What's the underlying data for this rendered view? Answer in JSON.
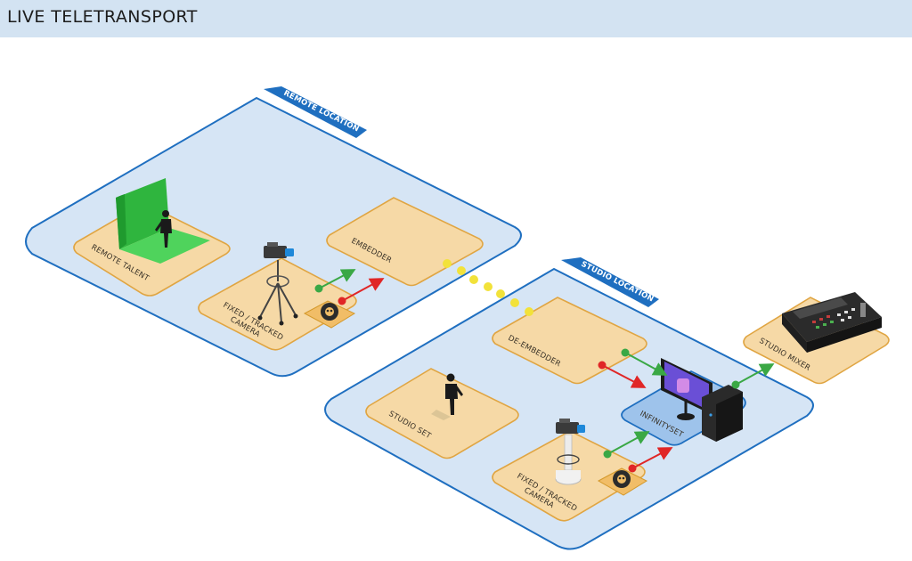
{
  "header": {
    "title": "LIVE TELETRANSPORT"
  },
  "zones": {
    "remote": "REMOTE LOCATION",
    "studio": "STUDIO LOCATION"
  },
  "tiles": {
    "remote_talent": "REMOTE TALENT",
    "remote_camera_line1": "FIXED / TRACKED",
    "remote_camera_line2": "CAMERA",
    "embedder": "EMBEDDER",
    "de_embedder": "DE-EMBEDDER",
    "studio_set": "STUDIO SET",
    "studio_camera_line1": "FIXED / TRACKED",
    "studio_camera_line2": "CAMERA",
    "infinityset": "INFINITYSET",
    "studio_mixer": "STUDIO MIXER"
  },
  "colors": {
    "zone_fill": "#d6e5f5",
    "zone_stroke": "#1f6fc0",
    "tile_fill": "#f6d9a6",
    "tile_stroke": "#e0a542",
    "video_link": "#3aa845",
    "tracking_link": "#e02626",
    "teletransport_link": "#f2e23a",
    "greenscreen": "#3cc84a"
  },
  "icons": {
    "talent": "person-silhouette-icon",
    "camera": "broadcast-camera-icon",
    "tracking": "tracking-gear-icon",
    "computer": "workstation-icon",
    "mixer": "video-mixer-icon"
  }
}
